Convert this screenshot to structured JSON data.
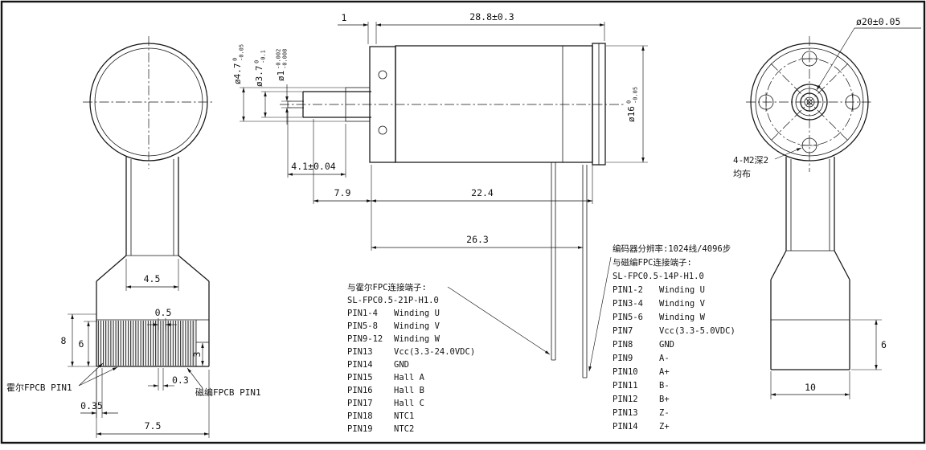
{
  "front_view": {
    "dim_neck_width": "4.5",
    "dim_connector_height": "8",
    "dim_contact_height": "6",
    "dim_step": "0.5",
    "dim_tail_height": "3",
    "dim_contact_pitch": "0.3",
    "dim_edge_margin": "0.35",
    "dim_connector_width": "7.5",
    "label_hall_pin1": "霍尔FPCB PIN1",
    "label_encoder_pin1": "磁编FPCB PIN1"
  },
  "side_view": {
    "dim_front_lip": "1",
    "dim_total_length": "28.8±0.3",
    "dim_shaft_exposed": "4.1±0.04",
    "dim_front_section": "7.9",
    "dim_body_length": "22.4",
    "dim_body_with_fpc": "26.3",
    "dia_boss": {
      "value": "ø4.7",
      "tol_upper": "0",
      "tol_lower": "-0.05"
    },
    "dia_shaft": {
      "value": "ø3.7",
      "tol_upper": "0",
      "tol_lower": "-0.1"
    },
    "dia_tip": {
      "value": "ø1",
      "tol_upper": "-0.002",
      "tol_lower": "-0.008"
    },
    "dia_body": {
      "value": "ø16",
      "tol_upper": "0",
      "tol_lower": "-0.05"
    }
  },
  "motor_fpc_table": {
    "title": "与霍尔FPC连接端子:",
    "connector": "SL-FPC0.5-21P-H1.0",
    "rows": [
      {
        "pin": "PIN1-4",
        "signal": "Winding U"
      },
      {
        "pin": "PIN5-8",
        "signal": "Winding V"
      },
      {
        "pin": "PIN9-12",
        "signal": "Winding W"
      },
      {
        "pin": "PIN13",
        "signal": "Vcc(3.3-24.0VDC)"
      },
      {
        "pin": "PIN14",
        "signal": "GND"
      },
      {
        "pin": "PIN15",
        "signal": "Hall A"
      },
      {
        "pin": "PIN16",
        "signal": "Hall B"
      },
      {
        "pin": "PIN17",
        "signal": "Hall C"
      },
      {
        "pin": "PIN18",
        "signal": "NTC1"
      },
      {
        "pin": "PIN19",
        "signal": "NTC2"
      }
    ]
  },
  "encoder_fpc_table": {
    "resolution_note": "编码器分辨率:1024线/4096步",
    "title": "与磁编FPC连接端子:",
    "connector": "SL-FPC0.5-14P-H1.0",
    "rows": [
      {
        "pin": "PIN1-2",
        "signal": "Winding U"
      },
      {
        "pin": "PIN3-4",
        "signal": "Winding V"
      },
      {
        "pin": "PIN5-6",
        "signal": "Winding W"
      },
      {
        "pin": "PIN7",
        "signal": "Vcc(3.3-5.0VDC)"
      },
      {
        "pin": "PIN8",
        "signal": "GND"
      },
      {
        "pin": "PIN9",
        "signal": "A-"
      },
      {
        "pin": "PIN10",
        "signal": "A+"
      },
      {
        "pin": "PIN11",
        "signal": "B-"
      },
      {
        "pin": "PIN12",
        "signal": "B+"
      },
      {
        "pin": "PIN13",
        "signal": "Z-"
      },
      {
        "pin": "PIN14",
        "signal": "Z+"
      }
    ]
  },
  "rear_view": {
    "dia_bolt_circle": "ø20±0.05",
    "thread_note_1": "4-M2深2",
    "thread_note_2": "均布",
    "dim_block_height": "6",
    "dim_block_width": "10"
  },
  "colors": {
    "line": "#141414",
    "background": "#ffffff"
  }
}
